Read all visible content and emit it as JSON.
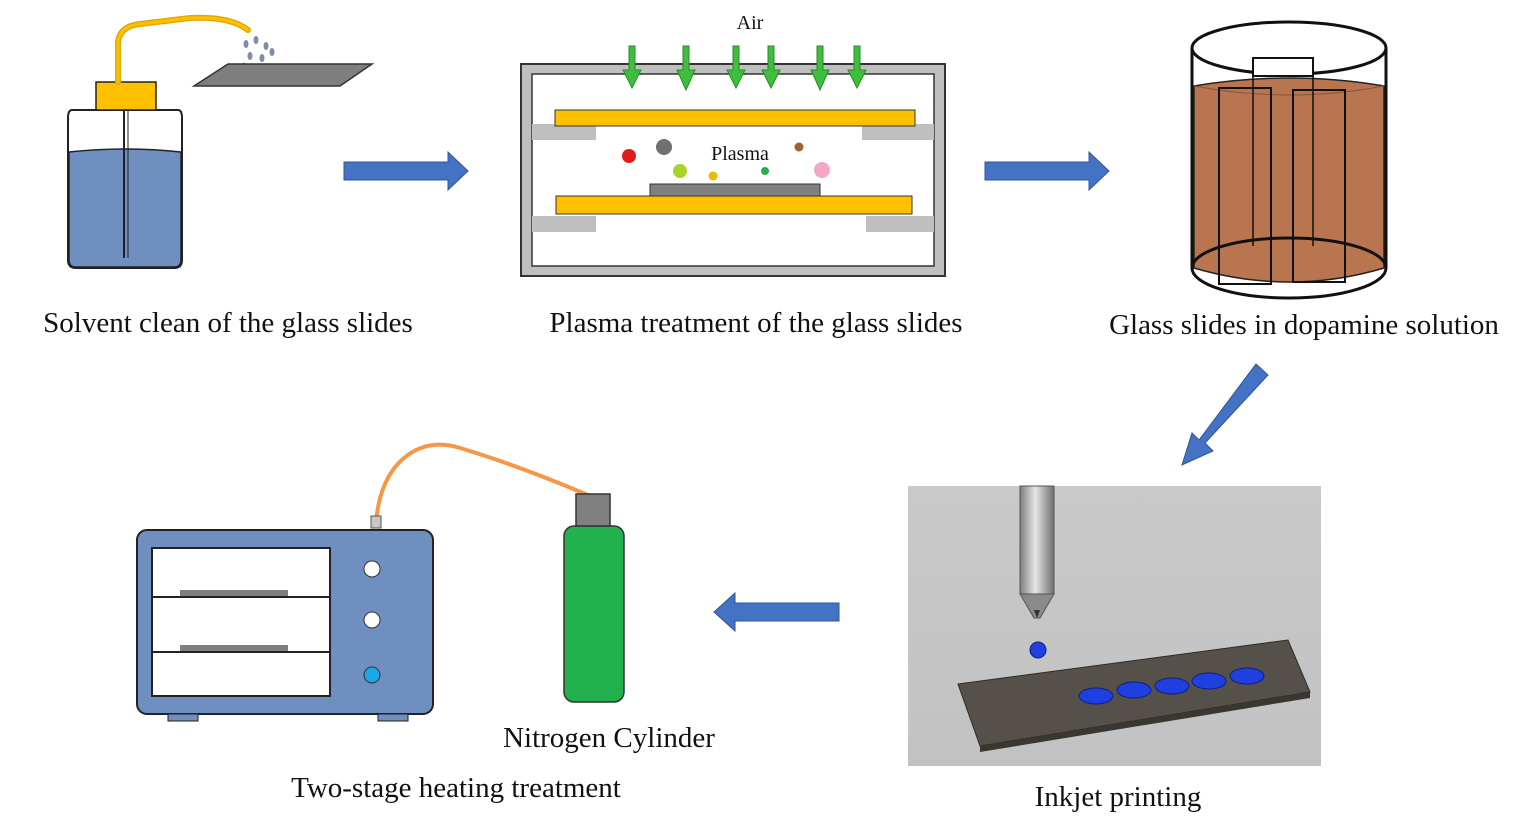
{
  "steps": {
    "solvent_clean": {
      "caption": "Solvent clean of the glass slides"
    },
    "plasma": {
      "caption": "Plasma treatment of the glass slides",
      "air_label": "Air",
      "plasma_label": "Plasma"
    },
    "dopamine": {
      "caption": "Glass slides in dopamine solution"
    },
    "inkjet": {
      "caption": "Inkjet printing"
    },
    "nitrogen": {
      "caption": "Nitrogen Cylinder"
    },
    "heating": {
      "caption": "Two-stage heating treatment"
    }
  },
  "colors": {
    "arrow": "#4472C4",
    "solvent": "#6E8FC0",
    "gold": "#FFC000",
    "chamber": "#BFBFBF",
    "air_arrow": "#3DBE3D",
    "dopamine": "#B97450",
    "nitrogen_cylinder": "#22B14C",
    "oven": "#6E8FC0",
    "hose": "#F79646",
    "ink": "#1F3FE0"
  }
}
